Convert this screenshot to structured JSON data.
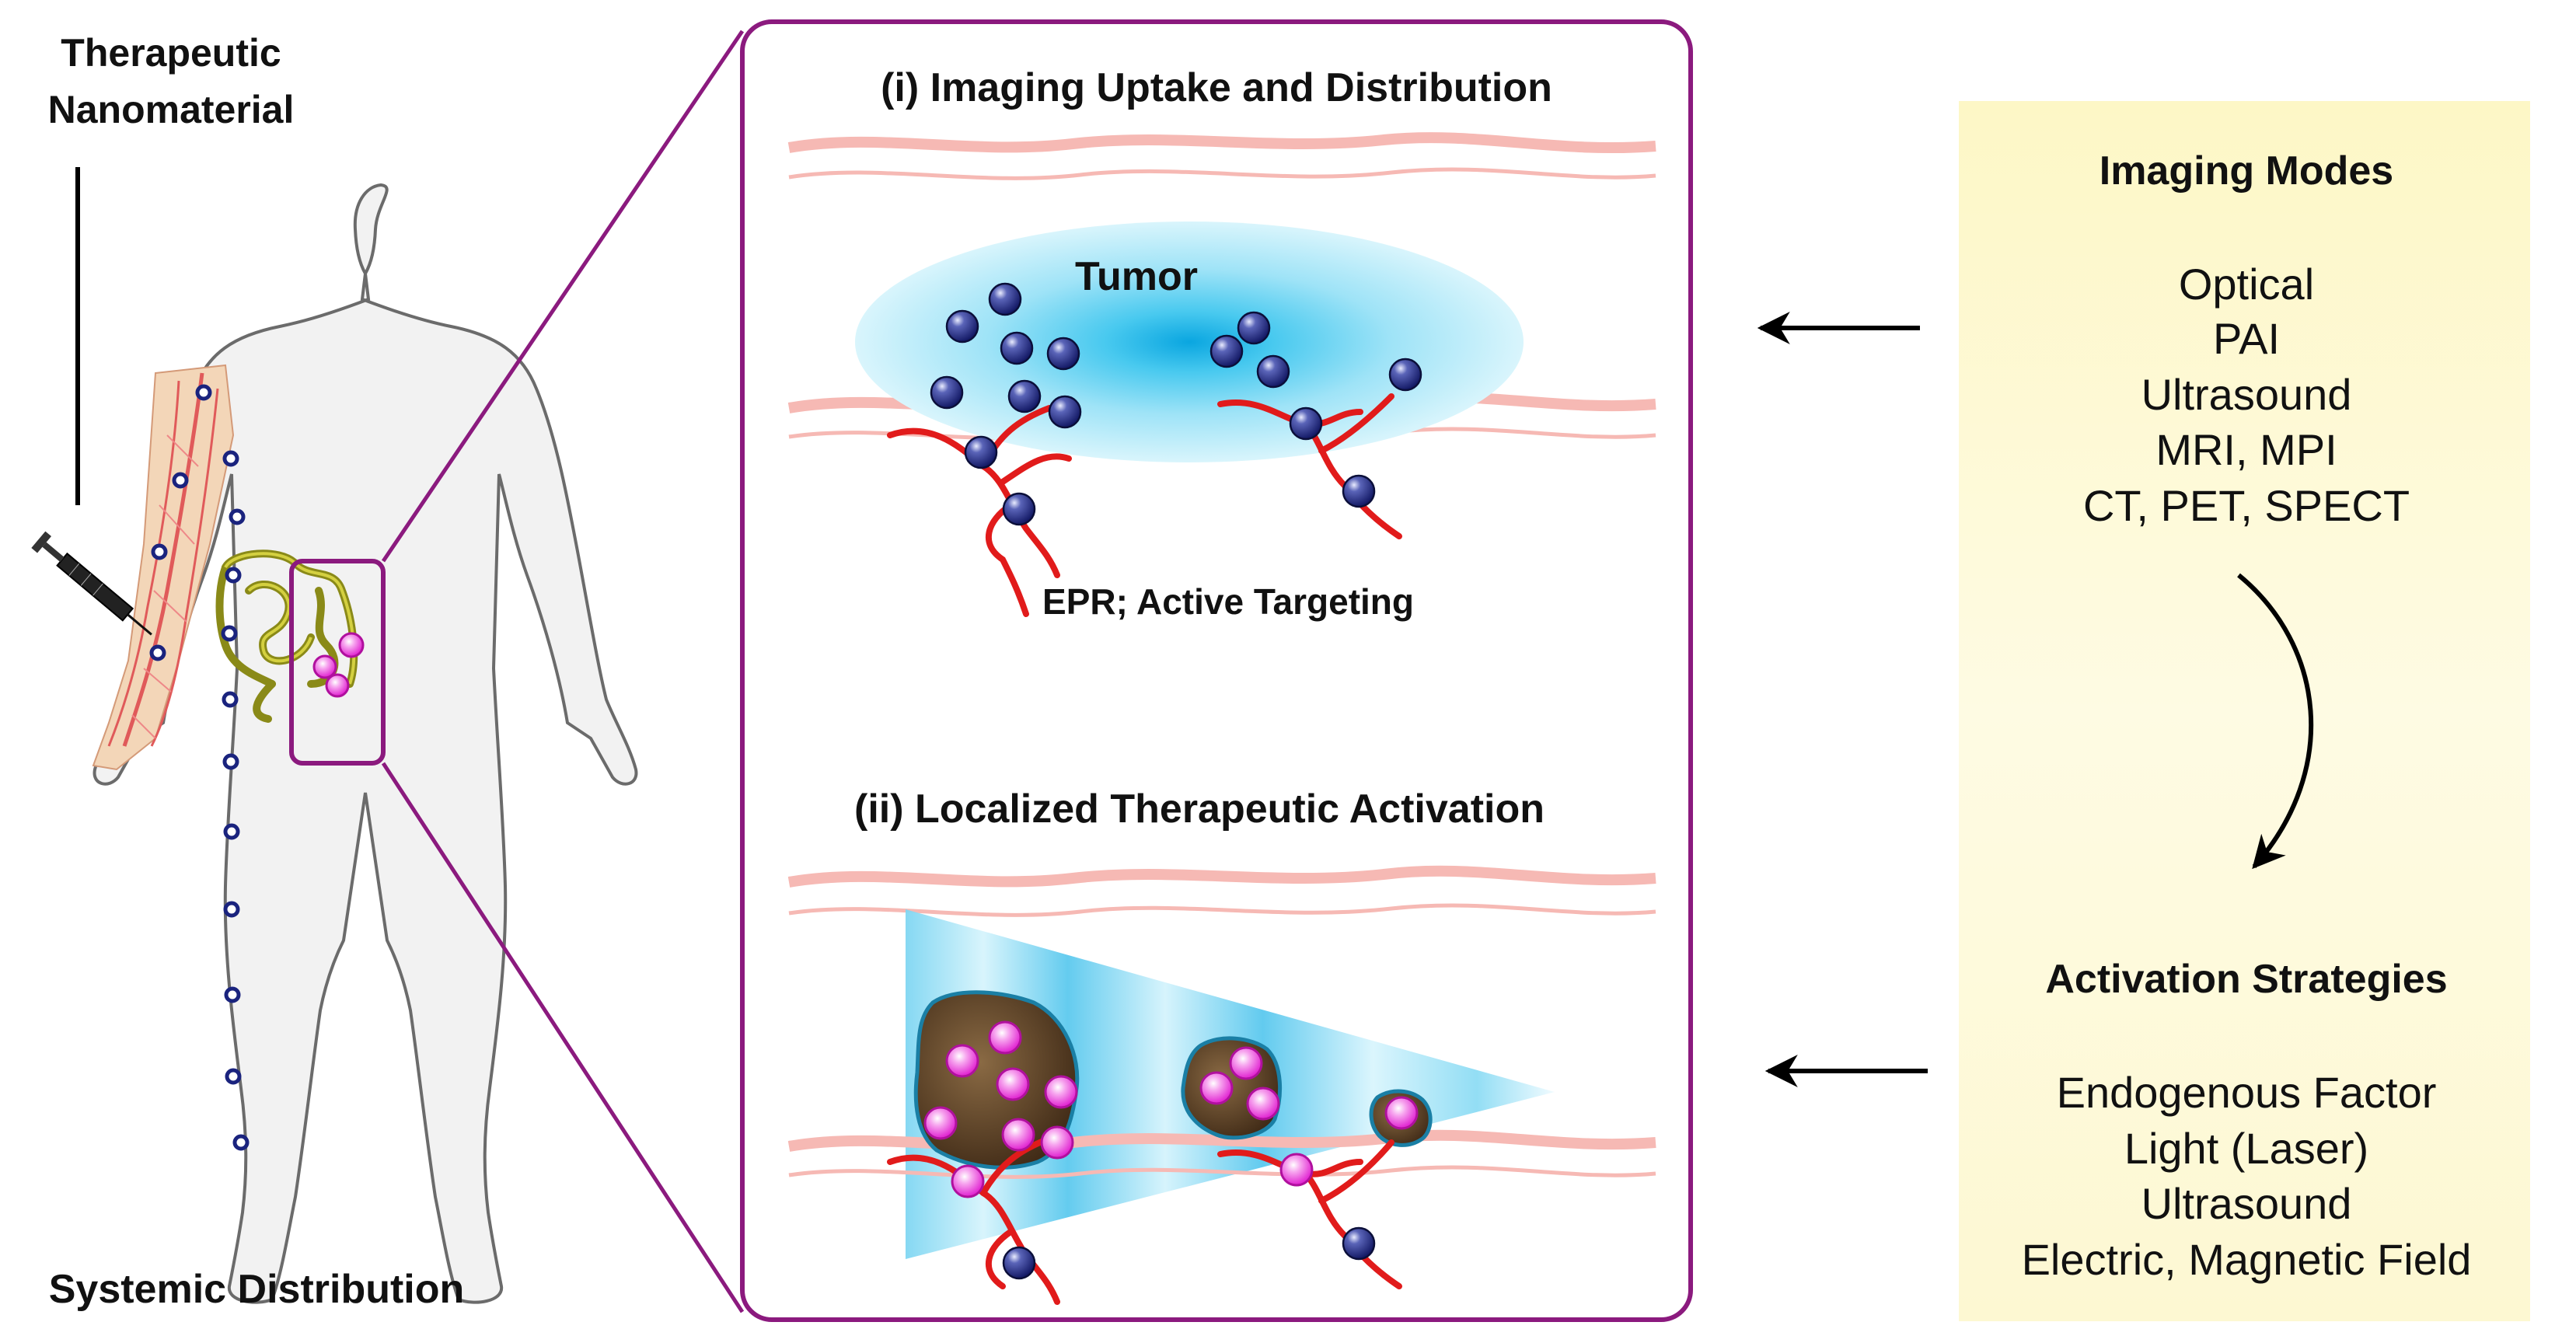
{
  "left": {
    "title_line1": "Therapeutic",
    "title_line2": "Nanomaterial",
    "footer": "Systemic Distribution"
  },
  "panel": {
    "section1_title": "(i) Imaging Uptake and Distribution",
    "tumor_label": "Tumor",
    "targeting_label": "EPR; Active Targeting",
    "section2_title": "(ii) Localized Therapeutic Activation"
  },
  "right": {
    "imaging_title": "Imaging Modes",
    "imaging_items": [
      "Optical",
      "PAI",
      "Ultrasound",
      "MRI, MPI",
      "CT, PET, SPECT"
    ],
    "activation_title": "Activation Strategies",
    "activation_items": [
      "Endogenous Factor",
      "Light (Laser)",
      "Ultrasound",
      "Electric, Magnetic Field"
    ]
  },
  "colors": {
    "frame": "#8b1a7e",
    "nanoparticle": "#1a237e",
    "activated_particle": "#e020d0",
    "vessel": "#e11b1b",
    "tissue": "#f6b9b4",
    "tumor_glow": "#2ec8ee",
    "right_box": "#fdfbdd"
  }
}
